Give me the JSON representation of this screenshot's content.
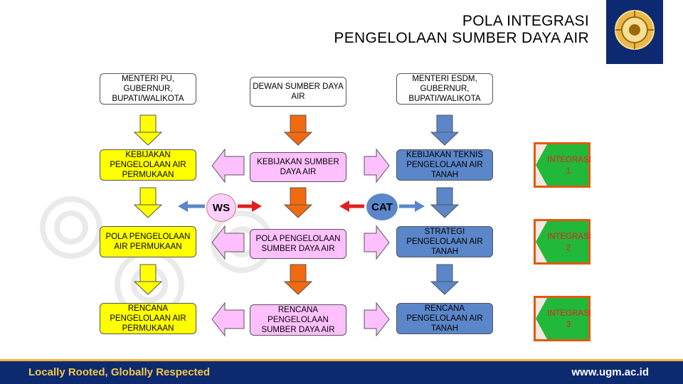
{
  "title": {
    "line1": "POLA INTEGRASI",
    "line2": "PENGELOLAAN SUMBER DAYA AIR"
  },
  "columns": {
    "left": {
      "row1": "MENTERI PU, GUBERNUR, BUPATI/WALIKOTA",
      "row2": "KEBIJAKAN PENGELOLAAN AIR PERMUKAAN",
      "row3": "POLA PENGELOLAAN AIR PERMUKAAN",
      "row4": "RENCANA PENGELOLAAN AIR PERMUKAAN"
    },
    "center": {
      "row1": "DEWAN SUMBER DAYA AIR",
      "row2": "KEBIJAKAN SUMBER DAYA AIR",
      "row3": "POLA PENGELOLAAN SUMBER DAYA AIR",
      "row4": "RENCANA PENGELOLAAN SUMBER DAYA AIR"
    },
    "right": {
      "row1": "MENTERI ESDM, GUBERNUR, BUPATI/WALIKOTA",
      "row2": "KEBIJAKAN TEKNIS PENGELOLAAN AIR TANAH",
      "row3": "STRATEGI PENGELOLAAN AIR TANAH",
      "row4": "RENCANA PENGELOLAAN AIR TANAH"
    }
  },
  "labels": {
    "ws": "WS",
    "cat": "CAT"
  },
  "integrasi": [
    "INTEGRASI 1",
    "INTEGRASI 2",
    "INTEGRASI 3"
  ],
  "footer": {
    "slogan": "Locally Rooted, Globally Respected",
    "url": "www.ugm.ac.id"
  },
  "colors": {
    "yellow": "#ffff00",
    "pink": "#ffc0ff",
    "blue": "#5b86c9",
    "orange": "#f26a10",
    "red": "#e02020",
    "navy": "#0d2a70",
    "green": "#22b83a"
  }
}
